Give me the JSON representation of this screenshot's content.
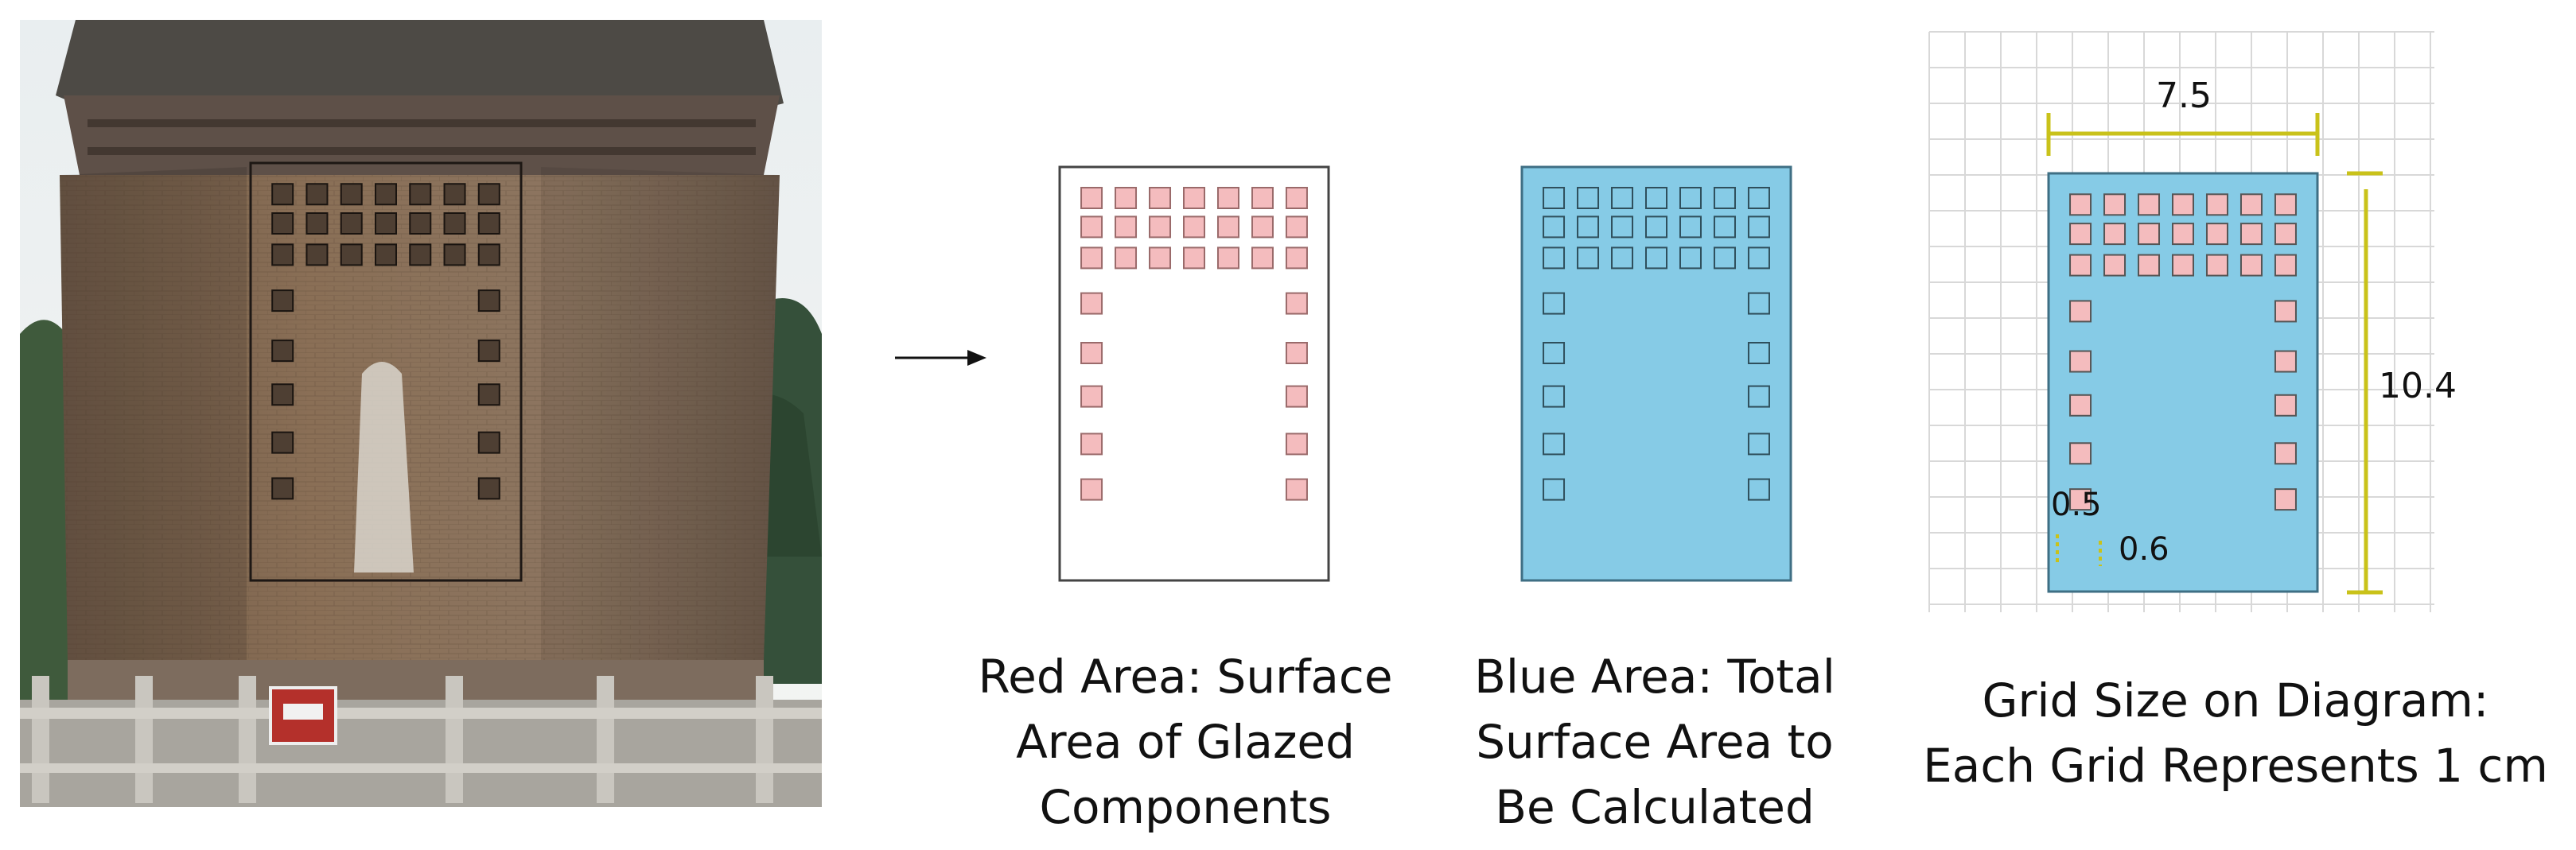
{
  "captions": {
    "red": [
      "Red Area: Surface",
      "Area of Glazed",
      "Components"
    ],
    "blue": [
      "Blue Area: Total",
      "Surface Area to",
      "Be Calculated"
    ],
    "grid": [
      "Grid Size on Diagram:",
      "Each Grid Represents 1 cm"
    ]
  },
  "dimensions": {
    "width": "7.5",
    "height": "10.4",
    "tile_gap": "0.5",
    "tile_size": "0.6"
  },
  "colors": {
    "glazed_tile": "#f4bcbe",
    "total_area": "#86cbe6",
    "dimension_line": "#c9c21a",
    "grid_line": "#d8d8d8",
    "outline": "#333333"
  },
  "icons": {
    "arrow": "right-arrow-icon"
  }
}
